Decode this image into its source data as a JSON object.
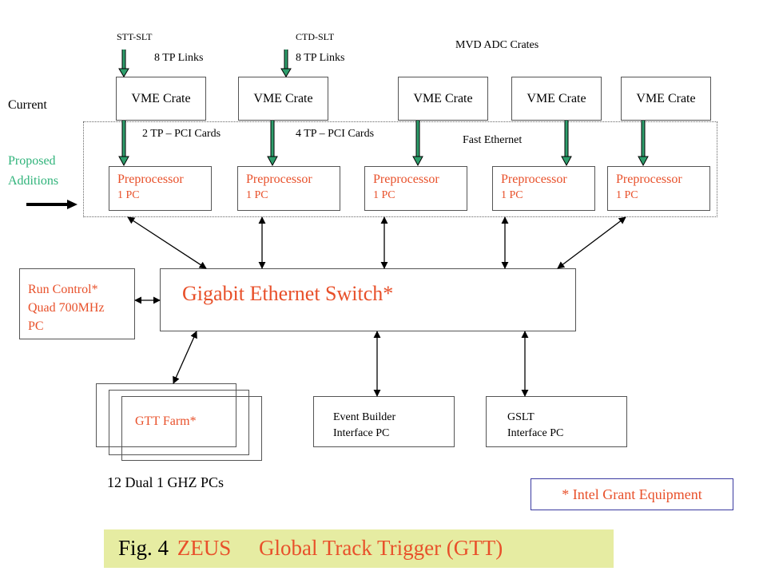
{
  "top_labels": {
    "stt_slt": "STT-SLT",
    "ctd_slt": "CTD-SLT",
    "tp_links_1": "8 TP Links",
    "tp_links_2": "8 TP Links",
    "mvd_adc": "MVD ADC Crates"
  },
  "side_labels": {
    "current": "Current",
    "proposed": "Proposed",
    "additions": "Additions"
  },
  "vme_crates": [
    "VME Crate",
    "VME Crate",
    "VME Crate",
    "VME Crate",
    "VME Crate"
  ],
  "pci_labels": {
    "pci_1": "2 TP – PCI Cards",
    "pci_2": "4 TP – PCI Cards",
    "fast_ethernet": "Fast Ethernet"
  },
  "preprocessors": [
    {
      "name": "Preprocessor",
      "sub": "1 PC"
    },
    {
      "name": "Preprocessor",
      "sub": "1 PC"
    },
    {
      "name": "Preprocessor",
      "sub": "1 PC"
    },
    {
      "name": "Preprocessor",
      "sub": "1 PC"
    },
    {
      "name": "Preprocessor",
      "sub": "1 PC"
    }
  ],
  "switch_label": "Gigabit Ethernet Switch*",
  "run_control": {
    "line1": "Run Control*",
    "line2": "Quad 700MHz",
    "line3": "PC"
  },
  "gtt_farm": "GTT Farm*",
  "farm_caption": "12 Dual 1 GHZ PCs",
  "event_builder": {
    "line1": "Event Builder",
    "line2": "Interface  PC"
  },
  "gslt": {
    "line1": "GSLT",
    "line2": "Interface  PC"
  },
  "intel_note": "* Intel Grant Equipment",
  "caption": {
    "fig": "Fig. 4",
    "zeus": "ZEUS",
    "title": "Global Track Trigger (GTT)"
  },
  "colors": {
    "accent_red": "#e8502a",
    "accent_green": "#2fb37a",
    "green_arrow": "#2e9e6c",
    "caption_bg": "#e6eca2",
    "note_border": "#3a3aa0"
  }
}
